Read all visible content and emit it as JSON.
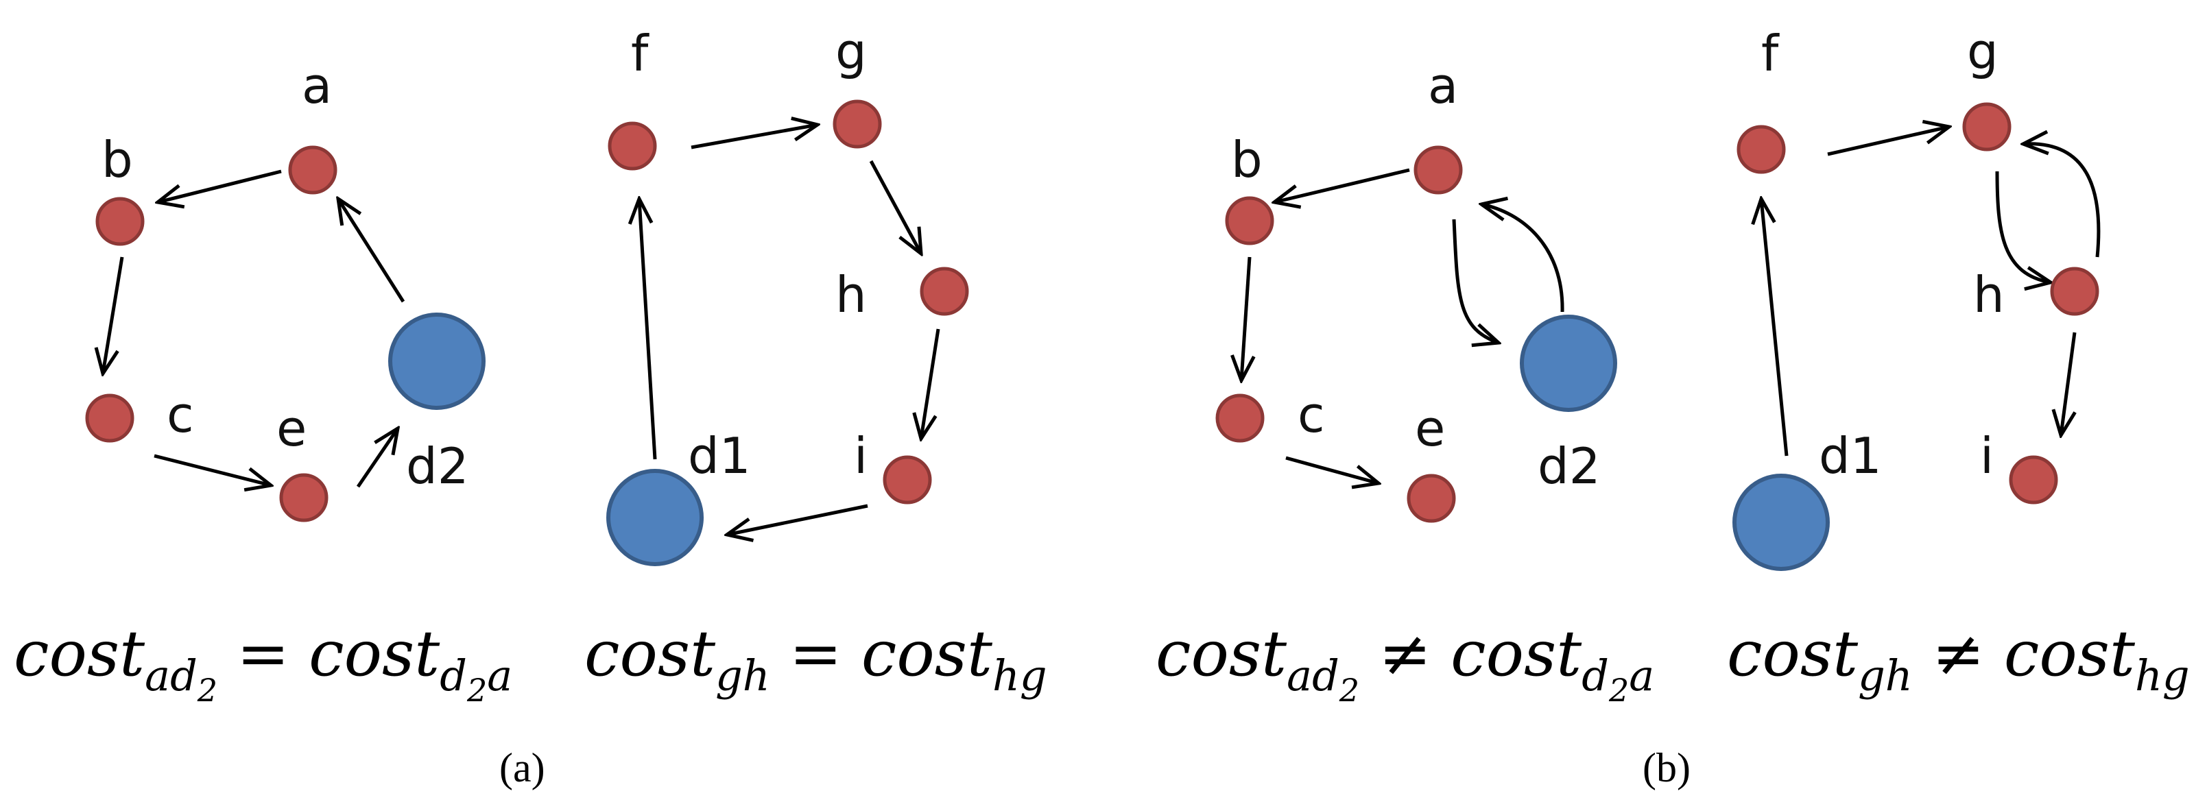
{
  "panels": [
    {
      "id": "a",
      "caption": "(a)",
      "labels": {
        "a": "a",
        "b": "b",
        "c": "c",
        "e": "e",
        "d2": "d2",
        "f": "f",
        "g": "g",
        "h": "h",
        "i": "i",
        "d1": "d1"
      },
      "equations": [
        {
          "lhs_base": "cost",
          "lhs_sub": "ad",
          "lhs_subsub": "2",
          "op": "=",
          "rhs_base": "cost",
          "rhs_sub_pre": "d",
          "rhs_subsub": "2",
          "rhs_sub_post": "a"
        },
        {
          "lhs_base": "cost",
          "lhs_sub": "gh",
          "op": "=",
          "rhs_base": "cost",
          "rhs_sub": "hg"
        }
      ]
    },
    {
      "id": "b",
      "caption": "(b)",
      "labels": {
        "a": "a",
        "b": "b",
        "c": "c",
        "e": "e",
        "d2": "d2",
        "f": "f",
        "g": "g",
        "h": "h",
        "i": "i",
        "d1": "d1"
      },
      "equations": [
        {
          "lhs_base": "cost",
          "lhs_sub": "ad",
          "lhs_subsub": "2",
          "op": "≠",
          "rhs_base": "cost",
          "rhs_sub_pre": "d",
          "rhs_subsub": "2",
          "rhs_sub_post": "a"
        },
        {
          "lhs_base": "cost",
          "lhs_sub": "gh",
          "op": "≠",
          "rhs_base": "cost",
          "rhs_sub": "hg"
        }
      ]
    }
  ],
  "colors": {
    "small_node_fill": "#c0504d",
    "small_node_stroke": "#8c3836",
    "large_node_fill": "#4f81bd",
    "large_node_stroke": "#385d8a",
    "edge": "#000000"
  }
}
